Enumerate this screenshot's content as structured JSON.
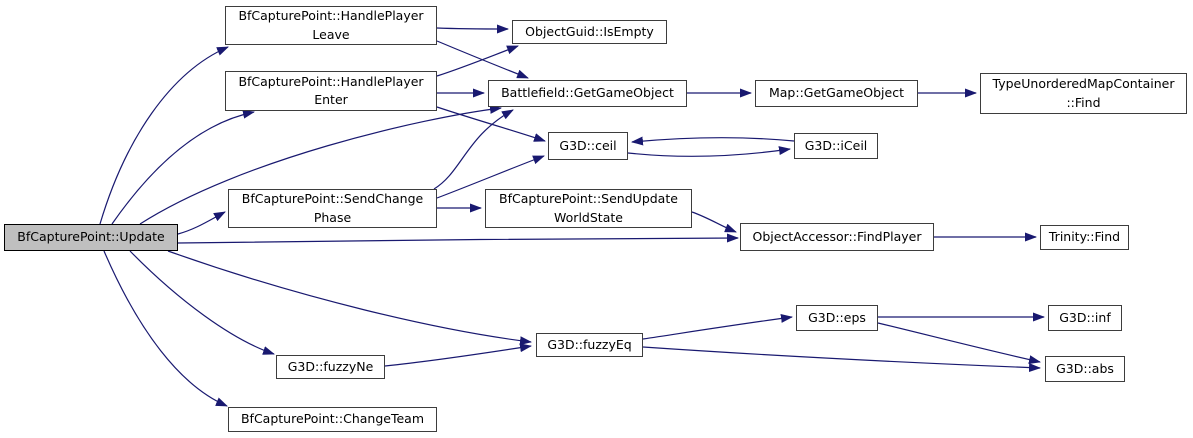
{
  "diagram": {
    "kind": "call-graph",
    "root_function": "BfCapturePoint::Update"
  },
  "colors": {
    "edge": "#191970",
    "node_border": "#3d3d3d",
    "node_fill": "#ffffff",
    "highlight_fill": "#bfbfbf",
    "background": "#ffffff",
    "text": "#000000"
  },
  "nodes": [
    {
      "id": "update",
      "label": "BfCapturePoint::Update",
      "highlighted": true
    },
    {
      "id": "leave",
      "label": "BfCapturePoint::HandlePlayer\nLeave",
      "highlighted": false
    },
    {
      "id": "enter",
      "label": "BfCapturePoint::HandlePlayer\nEnter",
      "highlighted": false
    },
    {
      "id": "isempty",
      "label": "ObjectGuid::IsEmpty",
      "highlighted": false
    },
    {
      "id": "bf_ggo",
      "label": "Battlefield::GetGameObject",
      "highlighted": false
    },
    {
      "id": "map_ggo",
      "label": "Map::GetGameObject",
      "highlighted": false
    },
    {
      "id": "tumc_find",
      "label": "TypeUnorderedMapContainer\n::Find",
      "highlighted": false
    },
    {
      "id": "ceil",
      "label": "G3D::ceil",
      "highlighted": false
    },
    {
      "id": "iceil",
      "label": "G3D::iCeil",
      "highlighted": false
    },
    {
      "id": "sendchange",
      "label": "BfCapturePoint::SendChange\nPhase",
      "highlighted": false
    },
    {
      "id": "sendupdate",
      "label": "BfCapturePoint::SendUpdate\nWorldState",
      "highlighted": false
    },
    {
      "id": "findplayer",
      "label": "ObjectAccessor::FindPlayer",
      "highlighted": false
    },
    {
      "id": "trinity_find",
      "label": "Trinity::Find",
      "highlighted": false
    },
    {
      "id": "eps",
      "label": "G3D::eps",
      "highlighted": false
    },
    {
      "id": "inf",
      "label": "G3D::inf",
      "highlighted": false
    },
    {
      "id": "abs",
      "label": "G3D::abs",
      "highlighted": false
    },
    {
      "id": "fuzzyeq",
      "label": "G3D::fuzzyEq",
      "highlighted": false
    },
    {
      "id": "fuzzyne",
      "label": "G3D::fuzzyNe",
      "highlighted": false
    },
    {
      "id": "changeteam",
      "label": "BfCapturePoint::ChangeTeam",
      "highlighted": false
    }
  ],
  "edges": [
    {
      "from": "update",
      "to": "leave"
    },
    {
      "from": "update",
      "to": "enter"
    },
    {
      "from": "update",
      "to": "bf_ggo"
    },
    {
      "from": "update",
      "to": "sendchange"
    },
    {
      "from": "update",
      "to": "findplayer"
    },
    {
      "from": "update",
      "to": "fuzzyeq"
    },
    {
      "from": "update",
      "to": "fuzzyne"
    },
    {
      "from": "update",
      "to": "changeteam"
    },
    {
      "from": "leave",
      "to": "isempty"
    },
    {
      "from": "leave",
      "to": "bf_ggo"
    },
    {
      "from": "enter",
      "to": "isempty"
    },
    {
      "from": "enter",
      "to": "bf_ggo"
    },
    {
      "from": "enter",
      "to": "ceil"
    },
    {
      "from": "bf_ggo",
      "to": "map_ggo"
    },
    {
      "from": "map_ggo",
      "to": "tumc_find"
    },
    {
      "from": "ceil",
      "to": "iceil"
    },
    {
      "from": "iceil",
      "to": "ceil"
    },
    {
      "from": "sendchange",
      "to": "bf_ggo"
    },
    {
      "from": "sendchange",
      "to": "ceil"
    },
    {
      "from": "sendchange",
      "to": "sendupdate"
    },
    {
      "from": "sendupdate",
      "to": "findplayer"
    },
    {
      "from": "findplayer",
      "to": "trinity_find"
    },
    {
      "from": "fuzzyne",
      "to": "fuzzyeq"
    },
    {
      "from": "fuzzyeq",
      "to": "eps"
    },
    {
      "from": "fuzzyeq",
      "to": "abs"
    },
    {
      "from": "eps",
      "to": "inf"
    },
    {
      "from": "eps",
      "to": "abs"
    }
  ]
}
